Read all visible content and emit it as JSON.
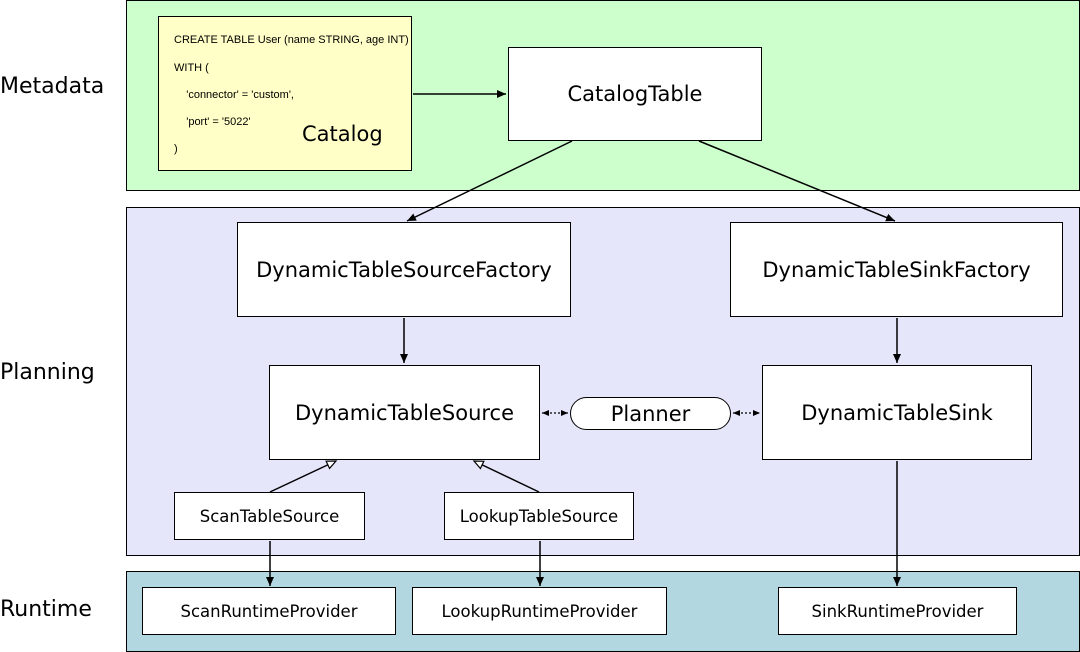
{
  "layers": {
    "metadata": "Metadata",
    "planning": "Planning",
    "runtime": "Runtime"
  },
  "catalog": {
    "label": "Catalog",
    "sql": [
      "CREATE TABLE User (name STRING, age INT)",
      "WITH (",
      "    'connector' = 'custom',",
      "    'port' = '5022'",
      ")"
    ]
  },
  "boxes": {
    "catalog_table": "CatalogTable",
    "source_factory": "DynamicTableSourceFactory",
    "sink_factory": "DynamicTableSinkFactory",
    "table_source": "DynamicTableSource",
    "table_sink": "DynamicTableSink",
    "planner": "Planner",
    "scan_source": "ScanTableSource",
    "lookup_source": "LookupTableSource",
    "scan_provider": "ScanRuntimeProvider",
    "lookup_provider": "LookupRuntimeProvider",
    "sink_provider": "SinkRuntimeProvider"
  },
  "colors": {
    "metadata_bg": "#ccffcc",
    "planning_bg": "#e6e6fa",
    "runtime_bg": "#b3d7e0",
    "catalog_bg": "#ffffc7"
  }
}
